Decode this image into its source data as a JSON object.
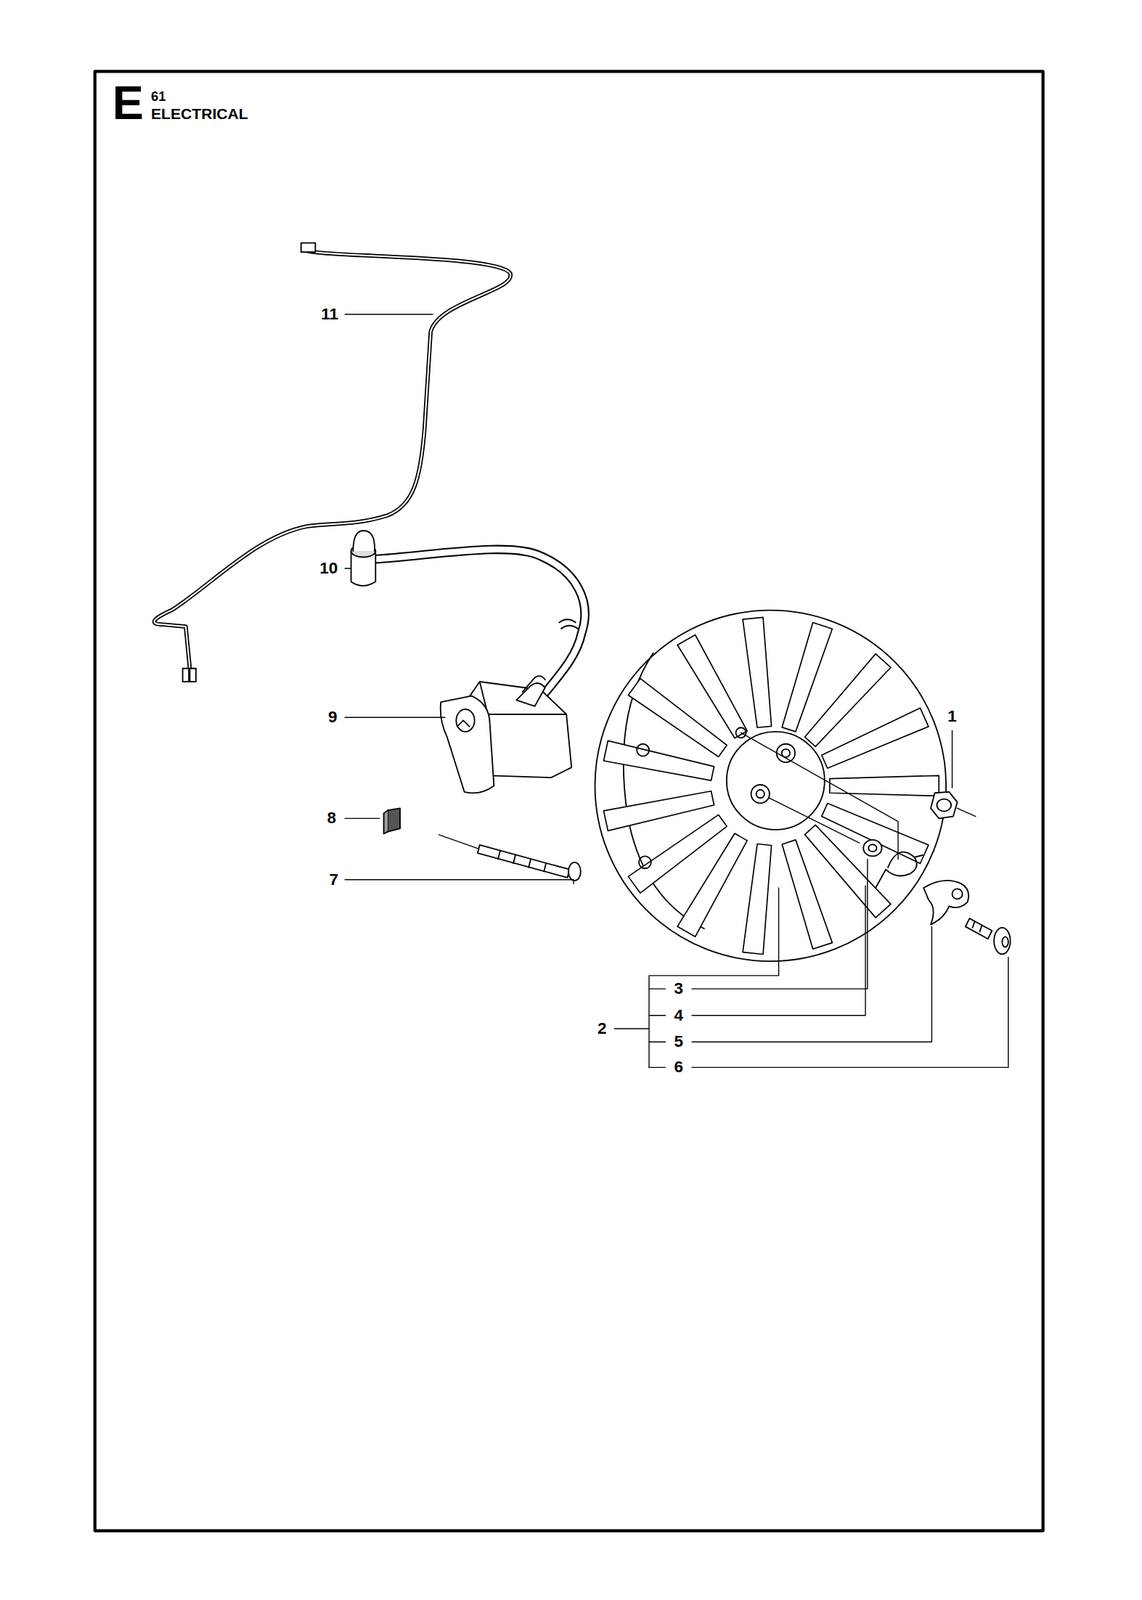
{
  "diagram": {
    "title": "ELECTRICAL",
    "labels": [
      "E",
      "61",
      "11",
      "10",
      "9",
      "8",
      "7",
      "1",
      "2",
      "3",
      "4",
      "5",
      "6"
    ]
  }
}
